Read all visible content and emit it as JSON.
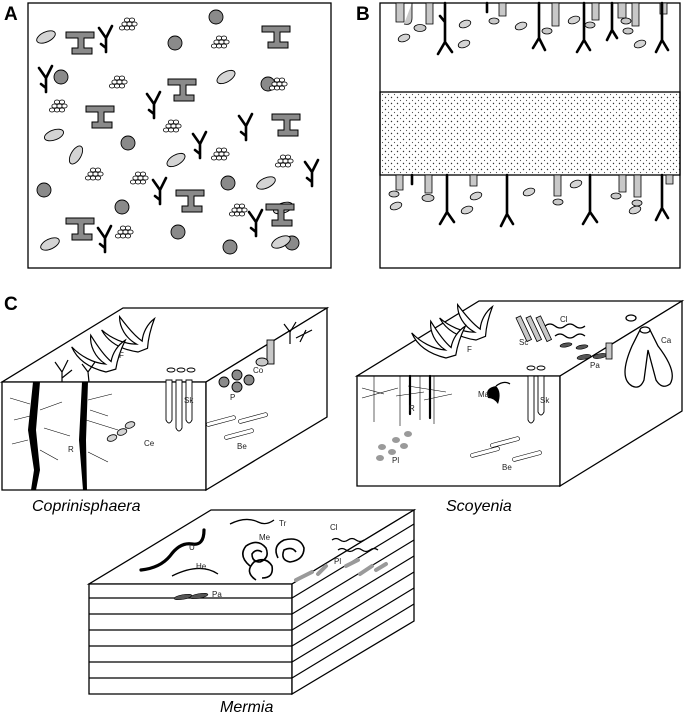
{
  "panels": {
    "a": "A",
    "b": "B",
    "c": "C"
  },
  "ichnofacies": {
    "coprinisphaera": "Coprinisphaera",
    "scoyenia": "Scoyenia",
    "mermia": "Mermia"
  },
  "trace_labels": {
    "coprinisphaera": {
      "f": "F",
      "co": "Co",
      "p": "P",
      "sk": "Sk",
      "r": "R",
      "ce": "Ce",
      "be": "Be"
    },
    "scoyenia": {
      "f": "F",
      "sc": "Sc",
      "cl": "Cl",
      "ca": "Ca",
      "pa": "Pa",
      "r": "R",
      "ma": "Ma",
      "sk": "Sk",
      "pl": "Pl",
      "be": "Be"
    },
    "mermia": {
      "tr": "Tr",
      "cl": "Cl",
      "u": "U",
      "me": "Me",
      "he": "He",
      "pl": "Pl",
      "pa": "Pa"
    }
  },
  "colors": {
    "gray_fill": "#8a8a8a",
    "light_fill": "#c8c8c8",
    "ink": "#000000"
  }
}
